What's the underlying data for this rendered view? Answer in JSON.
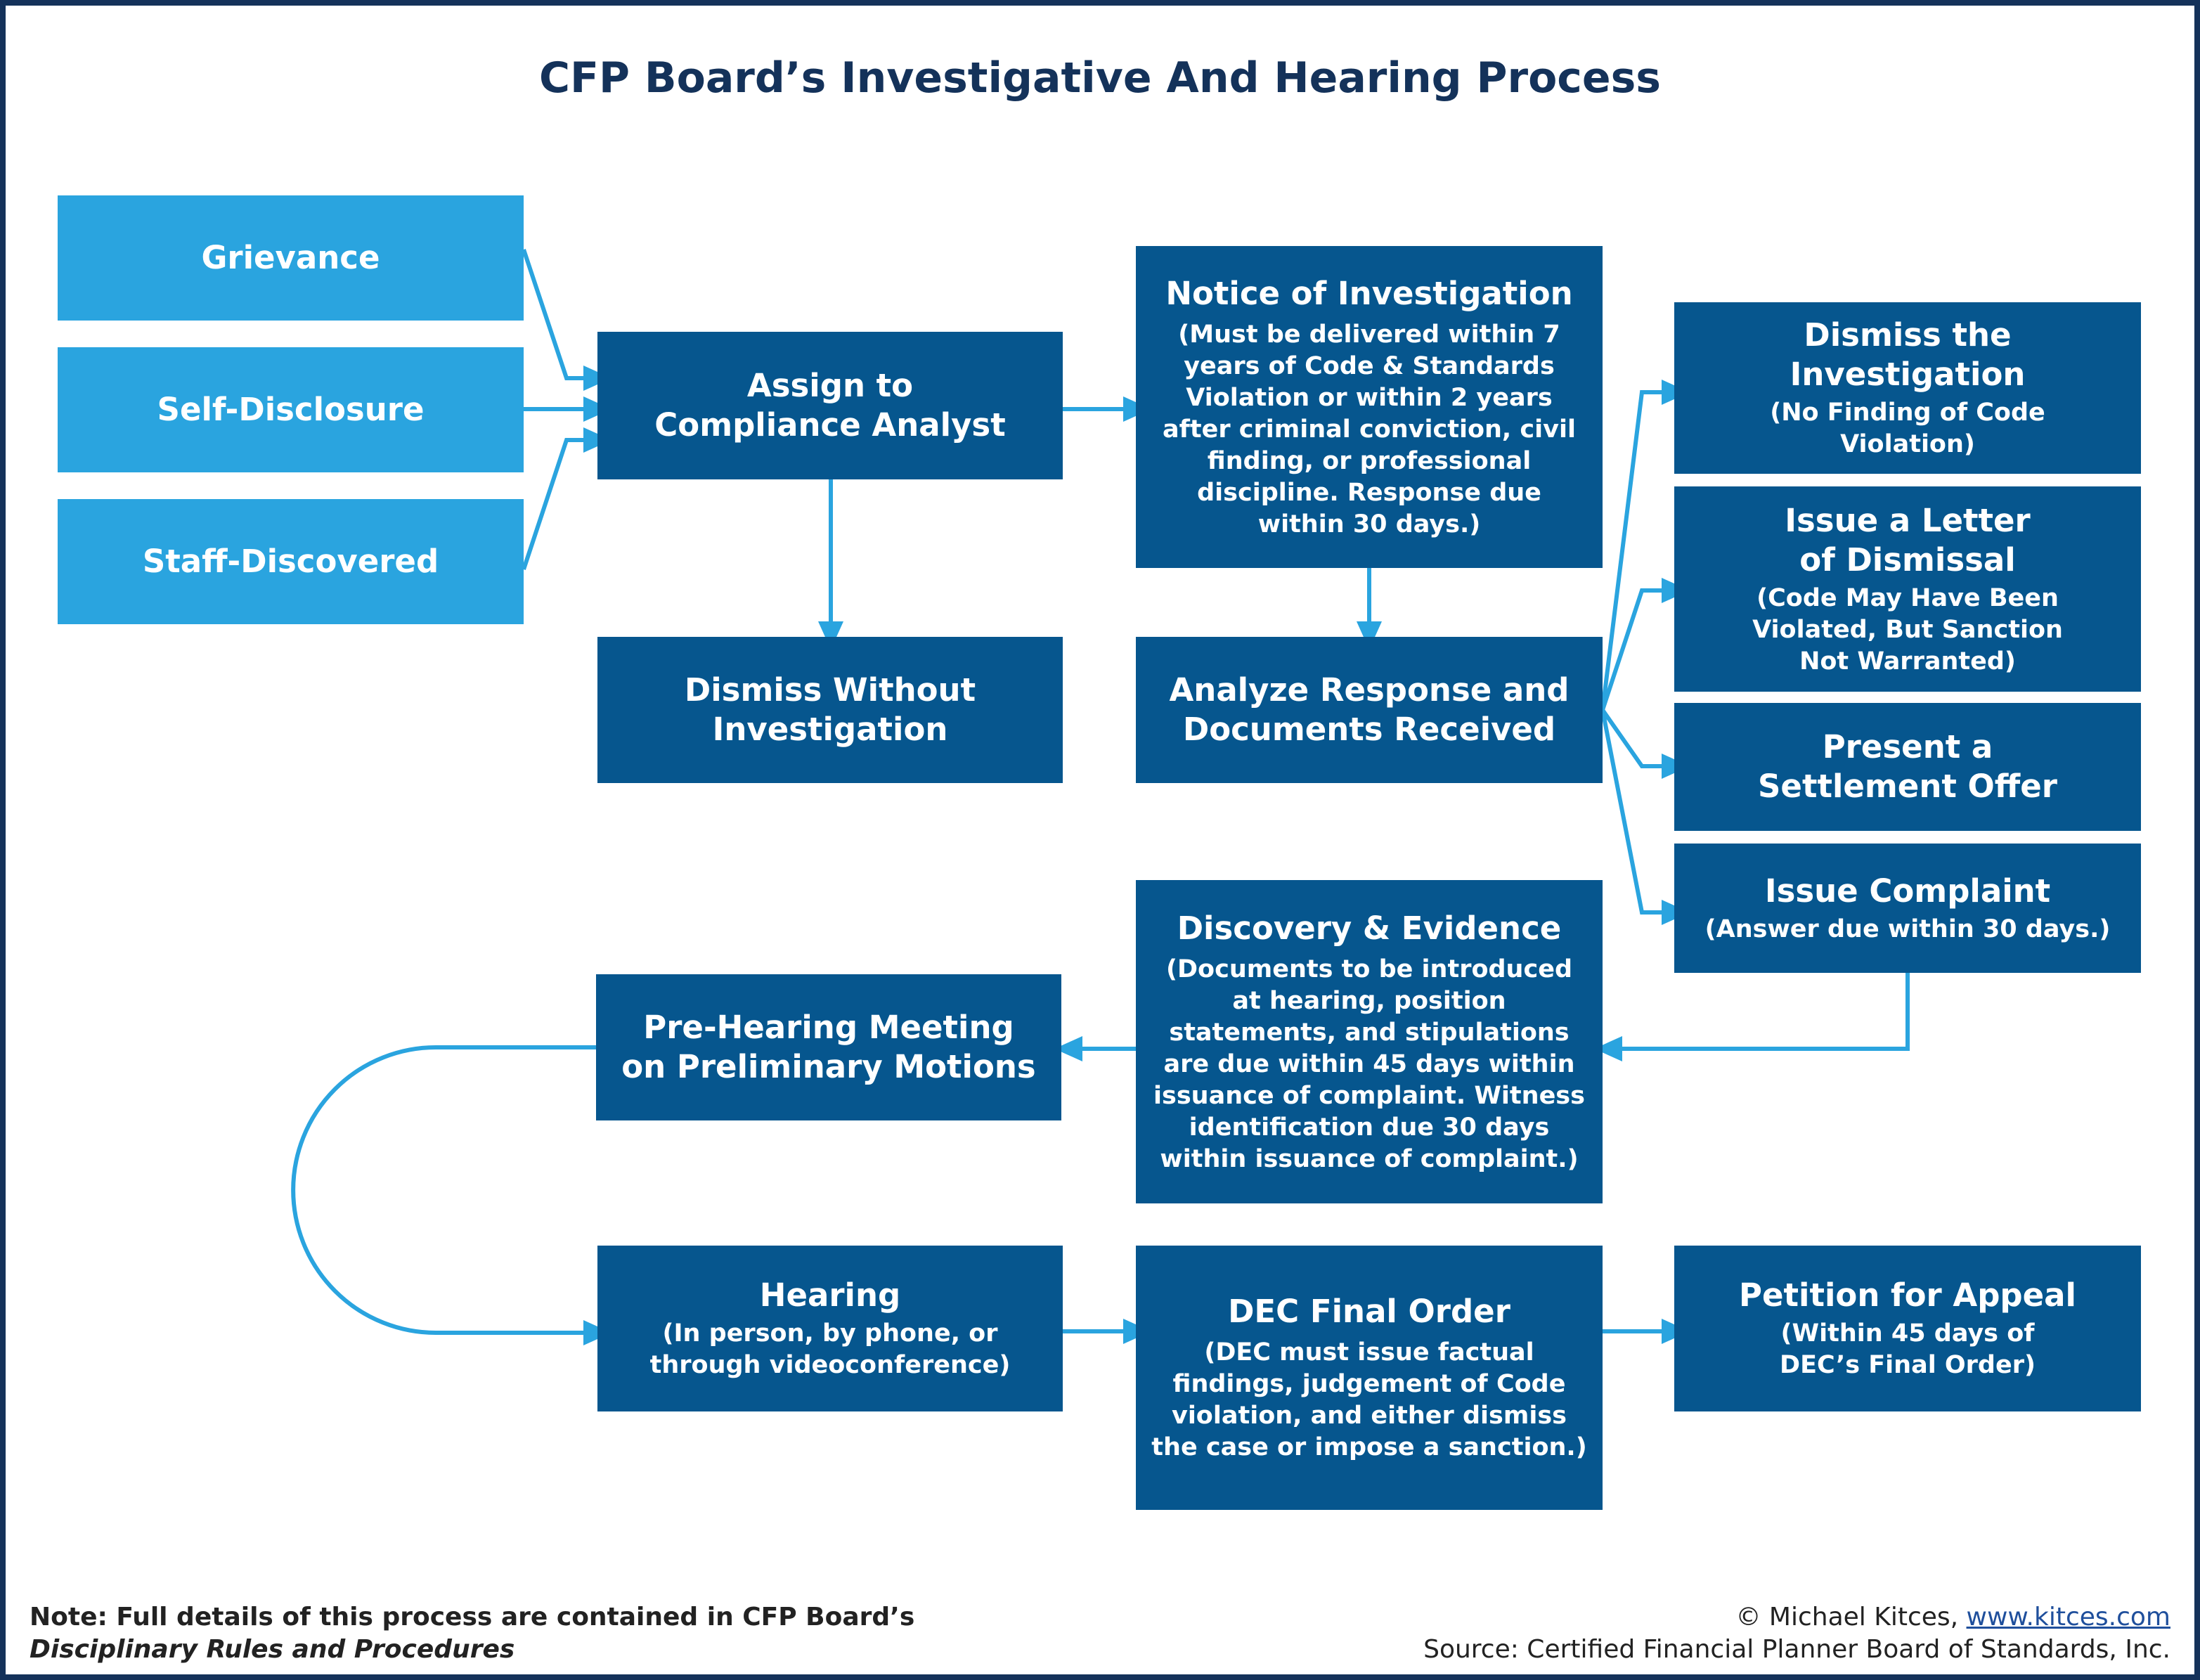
{
  "title": "CFP Board’s Investigative And Hearing Process",
  "colors": {
    "light_box": "#2aa4df",
    "dark_box": "#06568e",
    "connector": "#2aa4df",
    "title": "#14325a"
  },
  "nodes": {
    "grievance": {
      "title": "Grievance"
    },
    "self_disclosure": {
      "title": "Self-Disclosure"
    },
    "staff_discovered": {
      "title": "Staff-Discovered"
    },
    "assign": {
      "title": "Assign to\nCompliance Analyst"
    },
    "dismiss_without": {
      "title": "Dismiss Without\nInvestigation"
    },
    "notice": {
      "title": "Notice of Investigation",
      "detail": "(Must be delivered within 7 years of Code & Standards Violation or within 2 years after criminal conviction, civil finding, or professional discipline. Response due within 30 days.)"
    },
    "analyze": {
      "title": "Analyze Response and\nDocuments Received"
    },
    "dismiss_investigation": {
      "title": "Dismiss the\nInvestigation",
      "detail": "(No Finding of Code\nViolation)"
    },
    "letter_dismissal": {
      "title": "Issue a Letter\nof Dismissal",
      "detail": "(Code May Have Been\nViolated, But Sanction\nNot Warranted)"
    },
    "settlement": {
      "title": "Present a\nSettlement Offer"
    },
    "complaint": {
      "title": "Issue Complaint",
      "detail": "(Answer due within 30 days.)"
    },
    "discovery": {
      "title": "Discovery & Evidence",
      "detail": "(Documents to be introduced at hearing, position statements, and stipulations are due within 45 days within issuance of complaint. Witness identification due 30 days within issuance of complaint.)"
    },
    "pre_hearing": {
      "title": "Pre-Hearing Meeting\non Preliminary Motions"
    },
    "hearing": {
      "title": "Hearing",
      "detail": "(In person, by phone, or\nthrough videoconference)"
    },
    "final_order": {
      "title": "DEC Final Order",
      "detail": "(DEC must issue factual findings, judgement of Code violation, and either dismiss the case or impose a sanction.)"
    },
    "appeal": {
      "title": "Petition for Appeal",
      "detail": "(Within 45 days of\nDEC’s Final Order)"
    }
  },
  "footer": {
    "note_line1": "Note: Full details of this process are contained in CFP Board’s",
    "note_line2": "Disciplinary Rules and Procedures",
    "copyright": "© Michael Kitces, ",
    "link": "www.kitces.com",
    "source": "Source: Certified Financial Planner Board of Standards, Inc."
  }
}
